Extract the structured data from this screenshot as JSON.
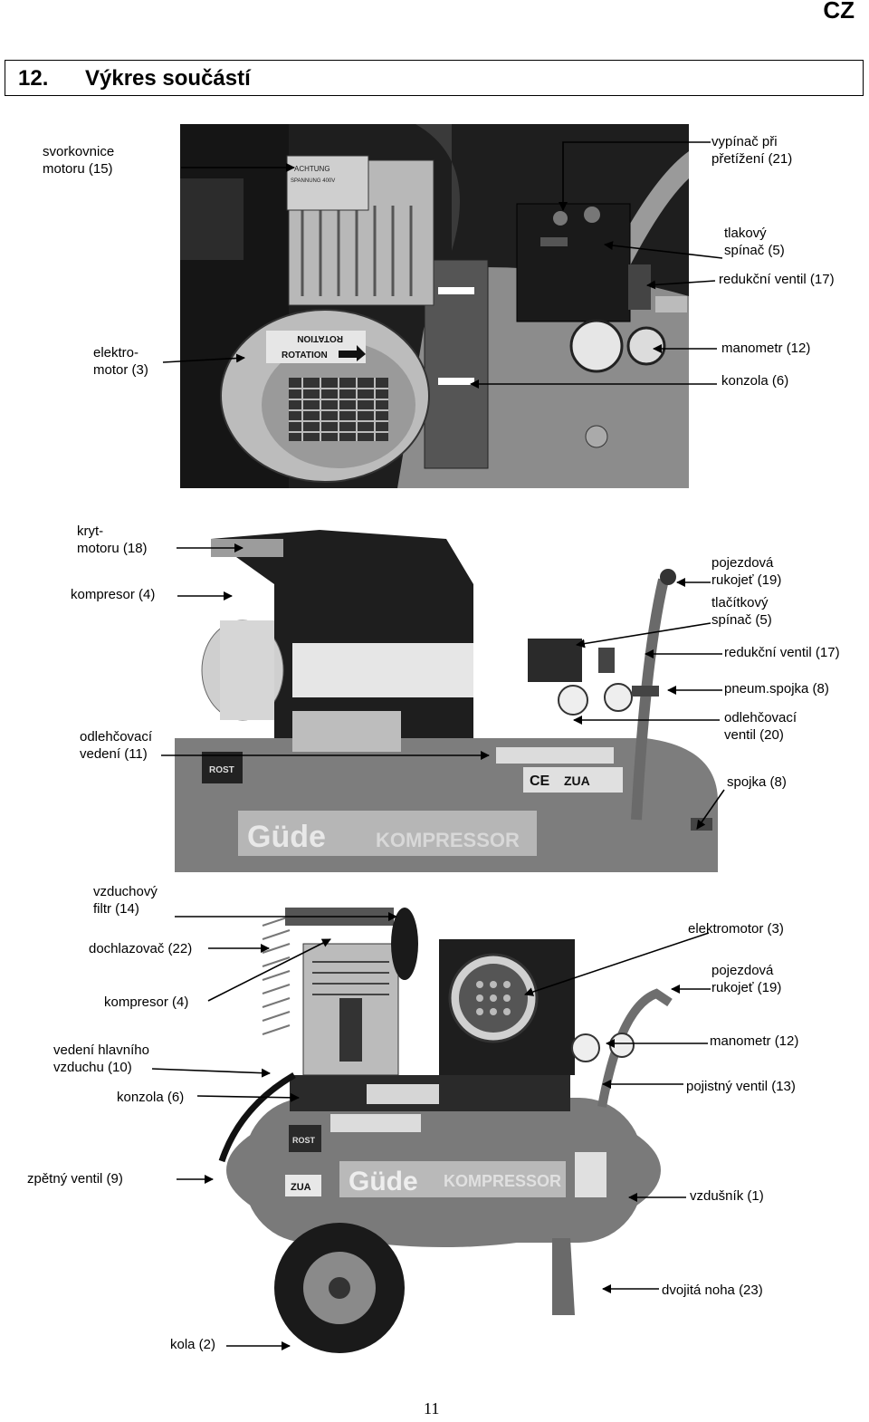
{
  "header": {
    "lang": "CZ",
    "number": "12.",
    "title": "Výkres součástí"
  },
  "photo1": {
    "labels": {
      "svorkovnice": [
        "svorkovnice",
        "motoru (15)"
      ],
      "vypinac": [
        "vypínač při",
        "přetížení (21)"
      ],
      "tlakovy": [
        "tlakový",
        "spínač (5)"
      ],
      "redukcni": "redukční ventil (17)",
      "elektromotor": [
        "elektro-",
        "motor (3)"
      ],
      "manometr": "manometr (12)",
      "konzola": "konzola (6)"
    },
    "plate_text": "ACHTUNG",
    "plate_text2": "SPANNUNG 400V",
    "rotation1": "ROTATION",
    "rotation2": "ROTATION"
  },
  "photo2": {
    "labels": {
      "kryt": [
        "kryt-",
        "motoru (18)"
      ],
      "kompresor": "kompresor  (4)",
      "pojezdova": [
        "pojezdová",
        "rukojeť (19)"
      ],
      "tlacitkovy": [
        "tlačítkový",
        "spínač (5)"
      ],
      "redukcni": "redukční ventil  (17)",
      "pneum": "pneum.spojka (8)",
      "odlehcovaci_ventil": [
        "odlehčovací",
        "ventil  (20)"
      ],
      "odlehcovaci_vedeni": [
        "odlehčovací",
        "vedení (11)"
      ],
      "spojka": "spojka (8)"
    },
    "brand": "Güde",
    "brand_word": "KOMPRESSOR",
    "zua": "ZUA",
    "ce": "CE",
    "rost": "ROST"
  },
  "photo3": {
    "labels": {
      "vzduchovy": [
        "vzduchový",
        "filtr (14)"
      ],
      "dochlazovac": "dochlazovač (22)",
      "kompresor": "kompresor  (4)",
      "vedeni": [
        "vedení hlavního",
        "vzduchu  (10)"
      ],
      "konzola": "konzola (6)",
      "elektromotor": "elektromotor (3)",
      "pojezdova": [
        "pojezdová",
        "rukojeť (19)"
      ],
      "manometr": "manometr (12)",
      "pojistny": "pojistný ventil  (13)",
      "zpetny": "zpětný ventil  (9)",
      "vzdusnik": "vzdušník (1)",
      "dvojita": "dvojitá noha (23)",
      "kola": "kola (2)"
    },
    "brand": "Güde",
    "brand_word": "KOMPRESSOR",
    "zua": "ZUA",
    "rost": "ROST"
  },
  "page_number": "11",
  "colors": {
    "tank": "#7d7d7d",
    "photo_bg": "#2a2a2a",
    "text": "#000000"
  }
}
